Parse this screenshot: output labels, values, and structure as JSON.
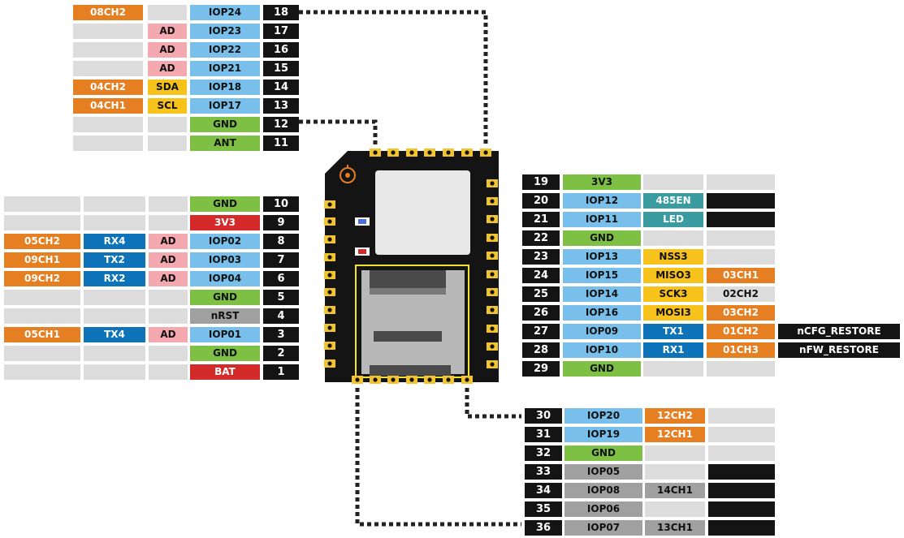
{
  "colors": {
    "iop": "#78C0EB",
    "gnd": "#7DC043",
    "power": "#D42A2A",
    "channel": "#E67E22",
    "uart": "#0E73B9",
    "ad": "#F4A9B0",
    "spi_i2c": "#F8C21C",
    "led": "#3A9BA1",
    "gray": "#A0A0A0",
    "empty": "#DCDCDC",
    "num_bg": "#141414",
    "dark": "#141414",
    "chip": "#141414",
    "pad": "#F4C430",
    "trace": "#222222"
  },
  "legend_styles": {
    "iop": [
      "iop",
      "#111111"
    ],
    "gnd": [
      "gnd",
      "#111111"
    ],
    "pwr": [
      "power",
      "#ffffff"
    ],
    "ch": [
      "channel",
      "#ffffff"
    ],
    "uart": [
      "uart",
      "#ffffff"
    ],
    "ad": [
      "ad",
      "#111111"
    ],
    "spi": [
      "spi_i2c",
      "#111111"
    ],
    "led": [
      "led",
      "#ffffff"
    ],
    "gray": [
      "gray",
      "#111111"
    ],
    "empty": [
      "empty",
      "#111111"
    ],
    "num": [
      "num_bg",
      "#ffffff"
    ],
    "dark": [
      "dark",
      "#ffffff"
    ],
    "plain": [
      "empty",
      "#111111"
    ]
  },
  "pins_top": [
    {
      "num": "18",
      "cells": [
        [
          "08CH2",
          "ch"
        ],
        [
          "",
          "empty"
        ],
        [
          "IOP24",
          "iop"
        ]
      ]
    },
    {
      "num": "17",
      "cells": [
        [
          "",
          "empty"
        ],
        [
          "AD",
          "ad"
        ],
        [
          "IOP23",
          "iop"
        ]
      ]
    },
    {
      "num": "16",
      "cells": [
        [
          "",
          "empty"
        ],
        [
          "AD",
          "ad"
        ],
        [
          "IOP22",
          "iop"
        ]
      ]
    },
    {
      "num": "15",
      "cells": [
        [
          "",
          "empty"
        ],
        [
          "AD",
          "ad"
        ],
        [
          "IOP21",
          "iop"
        ]
      ]
    },
    {
      "num": "14",
      "cells": [
        [
          "04CH2",
          "ch"
        ],
        [
          "SDA",
          "spi"
        ],
        [
          "IOP18",
          "iop"
        ]
      ]
    },
    {
      "num": "13",
      "cells": [
        [
          "04CH1",
          "ch"
        ],
        [
          "SCL",
          "spi"
        ],
        [
          "IOP17",
          "iop"
        ]
      ]
    },
    {
      "num": "12",
      "cells": [
        [
          "",
          "empty"
        ],
        [
          "",
          "empty"
        ],
        [
          "GND",
          "gnd"
        ]
      ]
    },
    {
      "num": "11",
      "cells": [
        [
          "",
          "empty"
        ],
        [
          "",
          "empty"
        ],
        [
          "ANT",
          "gnd"
        ]
      ]
    }
  ],
  "pins_left": [
    {
      "num": "10",
      "cells": [
        [
          "",
          "empty"
        ],
        [
          "",
          "empty"
        ],
        [
          "",
          "empty"
        ],
        [
          "GND",
          "gnd"
        ]
      ]
    },
    {
      "num": "9",
      "cells": [
        [
          "",
          "empty"
        ],
        [
          "",
          "empty"
        ],
        [
          "",
          "empty"
        ],
        [
          "3V3",
          "pwr"
        ]
      ]
    },
    {
      "num": "8",
      "cells": [
        [
          "05CH2",
          "ch"
        ],
        [
          "RX4",
          "uart"
        ],
        [
          "AD",
          "ad"
        ],
        [
          "IOP02",
          "iop"
        ]
      ]
    },
    {
      "num": "7",
      "cells": [
        [
          "09CH1",
          "ch"
        ],
        [
          "TX2",
          "uart"
        ],
        [
          "AD",
          "ad"
        ],
        [
          "IOP03",
          "iop"
        ]
      ]
    },
    {
      "num": "6",
      "cells": [
        [
          "09CH2",
          "ch"
        ],
        [
          "RX2",
          "uart"
        ],
        [
          "AD",
          "ad"
        ],
        [
          "IOP04",
          "iop"
        ]
      ]
    },
    {
      "num": "5",
      "cells": [
        [
          "",
          "empty"
        ],
        [
          "",
          "empty"
        ],
        [
          "",
          "empty"
        ],
        [
          "GND",
          "gnd"
        ]
      ]
    },
    {
      "num": "4",
      "cells": [
        [
          "",
          "empty"
        ],
        [
          "",
          "empty"
        ],
        [
          "",
          "empty"
        ],
        [
          "nRST",
          "gray"
        ]
      ]
    },
    {
      "num": "3",
      "cells": [
        [
          "05CH1",
          "ch"
        ],
        [
          "TX4",
          "uart"
        ],
        [
          "AD",
          "ad"
        ],
        [
          "IOP01",
          "iop"
        ]
      ]
    },
    {
      "num": "2",
      "cells": [
        [
          "",
          "empty"
        ],
        [
          "",
          "empty"
        ],
        [
          "",
          "empty"
        ],
        [
          "GND",
          "gnd"
        ]
      ]
    },
    {
      "num": "1",
      "cells": [
        [
          "",
          "empty"
        ],
        [
          "",
          "empty"
        ],
        [
          "",
          "empty"
        ],
        [
          "BAT",
          "pwr"
        ]
      ]
    }
  ],
  "pins_right": [
    {
      "num": "19",
      "cells": [
        [
          "3V3",
          "gnd"
        ],
        [
          "",
          "empty"
        ],
        [
          "",
          "empty"
        ]
      ]
    },
    {
      "num": "20",
      "cells": [
        [
          "IOP12",
          "iop"
        ],
        [
          "485EN",
          "led"
        ],
        [
          "",
          "dark"
        ]
      ]
    },
    {
      "num": "21",
      "cells": [
        [
          "IOP11",
          "iop"
        ],
        [
          "LED",
          "led"
        ],
        [
          "",
          "dark"
        ]
      ]
    },
    {
      "num": "22",
      "cells": [
        [
          "GND",
          "gnd"
        ],
        [
          "",
          "empty"
        ],
        [
          "",
          "empty"
        ]
      ]
    },
    {
      "num": "23",
      "cells": [
        [
          "IOP13",
          "iop"
        ],
        [
          "NSS3",
          "spi"
        ],
        [
          "",
          "empty"
        ]
      ]
    },
    {
      "num": "24",
      "cells": [
        [
          "IOP15",
          "iop"
        ],
        [
          "MISO3",
          "spi"
        ],
        [
          "03CH1",
          "ch"
        ]
      ]
    },
    {
      "num": "25",
      "cells": [
        [
          "IOP14",
          "iop"
        ],
        [
          "SCK3",
          "spi"
        ],
        [
          "02CH2",
          "plain"
        ]
      ]
    },
    {
      "num": "26",
      "cells": [
        [
          "IOP16",
          "iop"
        ],
        [
          "MOSI3",
          "spi"
        ],
        [
          "03CH2",
          "ch"
        ]
      ]
    },
    {
      "num": "27",
      "cells": [
        [
          "IOP09",
          "iop"
        ],
        [
          "TX1",
          "uart"
        ],
        [
          "01CH2",
          "ch"
        ]
      ],
      "extra": "nCFG_RESTORE"
    },
    {
      "num": "28",
      "cells": [
        [
          "IOP10",
          "iop"
        ],
        [
          "RX1",
          "uart"
        ],
        [
          "01CH3",
          "ch"
        ]
      ],
      "extra": "nFW_RESTORE"
    },
    {
      "num": "29",
      "cells": [
        [
          "GND",
          "gnd"
        ],
        [
          "",
          "empty"
        ],
        [
          "",
          "empty"
        ]
      ]
    }
  ],
  "pins_bottom": [
    {
      "num": "30",
      "cells": [
        [
          "IOP20",
          "iop"
        ],
        [
          "12CH2",
          "ch"
        ],
        [
          "",
          "empty"
        ]
      ]
    },
    {
      "num": "31",
      "cells": [
        [
          "IOP19",
          "iop"
        ],
        [
          "12CH1",
          "ch"
        ],
        [
          "",
          "empty"
        ]
      ]
    },
    {
      "num": "32",
      "cells": [
        [
          "GND",
          "gnd"
        ],
        [
          "",
          "empty"
        ],
        [
          "",
          "empty"
        ]
      ]
    },
    {
      "num": "33",
      "cells": [
        [
          "IOP05",
          "gray"
        ],
        [
          "",
          "empty"
        ],
        [
          "",
          "dark"
        ]
      ]
    },
    {
      "num": "34",
      "cells": [
        [
          "IOP08",
          "gray"
        ],
        [
          "14CH1",
          "gray"
        ],
        [
          "",
          "dark"
        ]
      ]
    },
    {
      "num": "35",
      "cells": [
        [
          "IOP06",
          "gray"
        ],
        [
          "",
          "empty"
        ],
        [
          "",
          "dark"
        ]
      ]
    },
    {
      "num": "36",
      "cells": [
        [
          "IOP07",
          "gray"
        ],
        [
          "13CH1",
          "gray"
        ],
        [
          "",
          "dark"
        ]
      ]
    }
  ]
}
